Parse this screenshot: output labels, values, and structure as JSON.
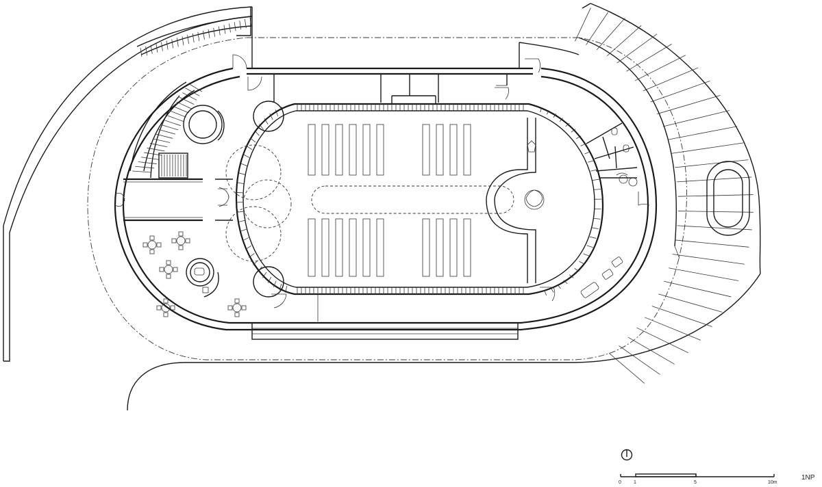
{
  "drawing": {
    "level_label": "1NP",
    "north_symbol": "north-arrow-icon",
    "scale_bar": {
      "ticks": [
        "0",
        "1",
        "5",
        "10m"
      ]
    },
    "line_color": "#1a1a1a",
    "background": "#ffffff"
  }
}
